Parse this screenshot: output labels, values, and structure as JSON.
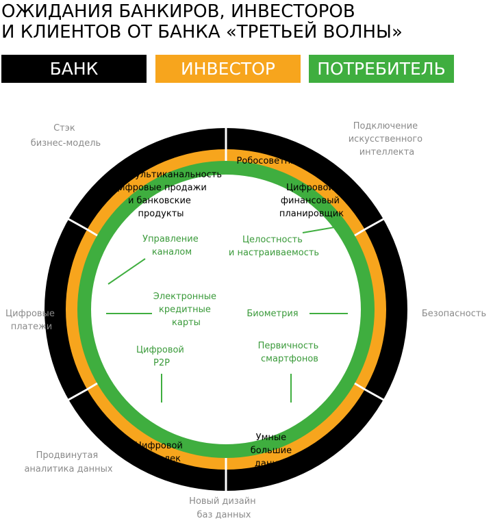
{
  "title_lines": [
    "ОЖИДАНИЯ БАНКИРОВ, ИНВЕСТОРОВ",
    "И КЛИЕНТОВ ОТ БАНКА «ТРЕТЬЕЙ ВОЛНЫ»"
  ],
  "legend": {
    "bank": "БАНК",
    "investor": "ИНВЕСТОР",
    "consumer": "ПОТРЕБИТЕЛЬ"
  },
  "colors": {
    "bank": "#000000",
    "investor": "#f7a51d",
    "consumer": "#3fae3f",
    "outer_label": "#8a8a8a",
    "inner_label": "#3a9a3a"
  },
  "outer_labels": {
    "stack": [
      "Стэк",
      "бизнес-модель"
    ],
    "ai": [
      "Подключение",
      "искусственного",
      "интеллекта"
    ],
    "payments": [
      "Цифровые",
      "платежи"
    ],
    "security": [
      "Безопасность"
    ],
    "analytics": [
      "Продвинутая",
      "аналитика данных"
    ],
    "database": [
      "Новый дизайн",
      "баз данных"
    ]
  },
  "ring_labels": {
    "multichannel": [
      "Мультиканальность"
    ],
    "digital_sales": [
      "Цифровые продажи",
      "и банковские",
      "продукты"
    ],
    "roboadvisor": [
      "Робосоветник"
    ],
    "planner": [
      "Цифровой",
      "финансовый",
      "планировщик"
    ],
    "wallet": [
      "Цифровой",
      "кошелек"
    ],
    "big_data": [
      "Умные",
      "большие",
      "данные"
    ]
  },
  "inner_labels": {
    "channel": [
      "Управление",
      "каналом"
    ],
    "integrity": [
      "Целостность",
      "и настраиваемость"
    ],
    "credit_cards": [
      "Электронные",
      "кредитные",
      "карты"
    ],
    "biometrics": [
      "Биометрия"
    ],
    "p2p": [
      "Цифровой",
      "P2P"
    ],
    "smartphones": [
      "Первичность",
      "смартфонов"
    ]
  }
}
